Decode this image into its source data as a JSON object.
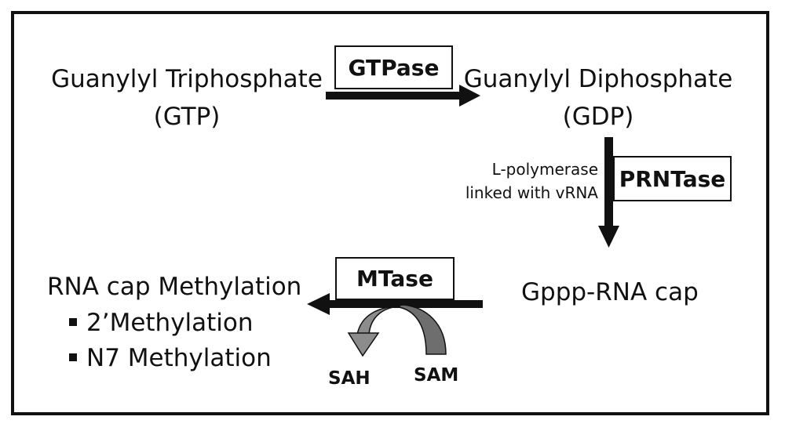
{
  "substrate": {
    "line1": "Guanylyl Triphosphate",
    "line2": "(GTP)"
  },
  "product1": {
    "line1": "Guanylyl Diphosphate",
    "line2": "(GDP)"
  },
  "gtpase_label": "GTPase",
  "polymerase_note": {
    "line1": "L-polymerase",
    "line2": "linked with vRNA"
  },
  "prntase_label": "PRNTase",
  "product2": "Gppp-RNA cap",
  "mtase_label": "MTase",
  "methylation": {
    "title": "RNA cap Methylation",
    "items": [
      "2’Methylation",
      "N7 Methylation"
    ]
  },
  "sah_label": "SAH",
  "sam_label": "SAM",
  "colors": {
    "stroke": "#111111",
    "cofactor_arrow_out": "#8c8c8c",
    "cofactor_arrow_in": "#6e6e6e"
  }
}
